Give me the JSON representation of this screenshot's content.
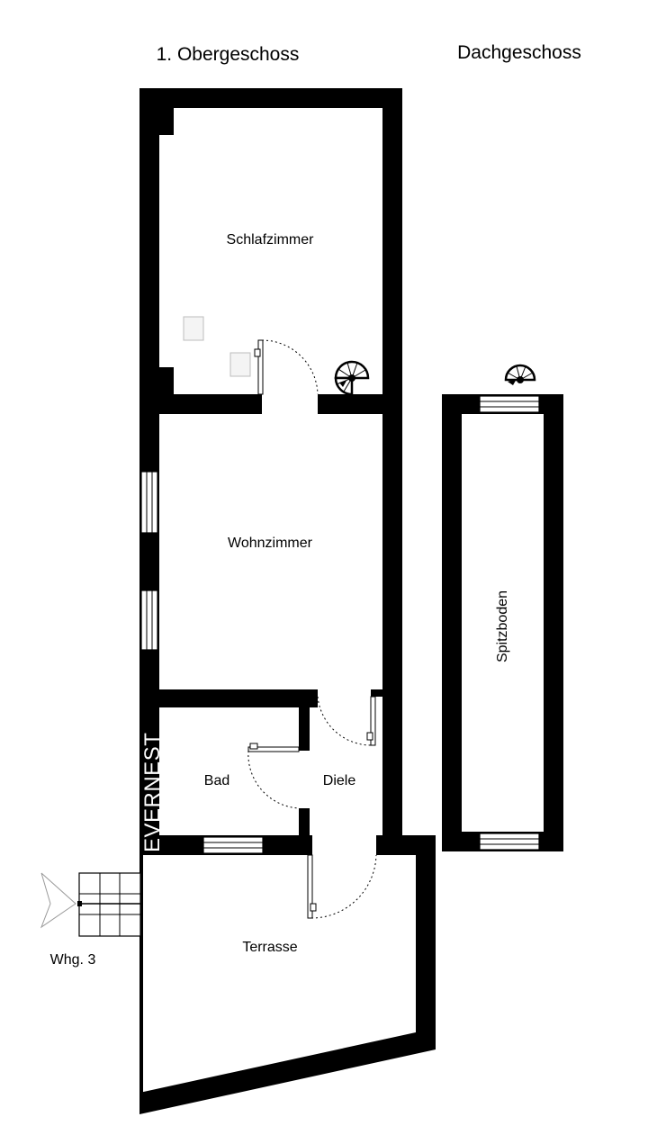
{
  "floors": {
    "upper": "1. Obergeschoss",
    "attic": "Dachgeschoss"
  },
  "rooms": {
    "schlafzimmer": "Schlafzimmer",
    "wohnzimmer": "Wohnzimmer",
    "bad": "Bad",
    "diele": "Diele",
    "terrasse": "Terrasse",
    "spitzboden": "Spitzboden"
  },
  "unit_label": "Whg. 3",
  "brand": "EVERNEST"
}
